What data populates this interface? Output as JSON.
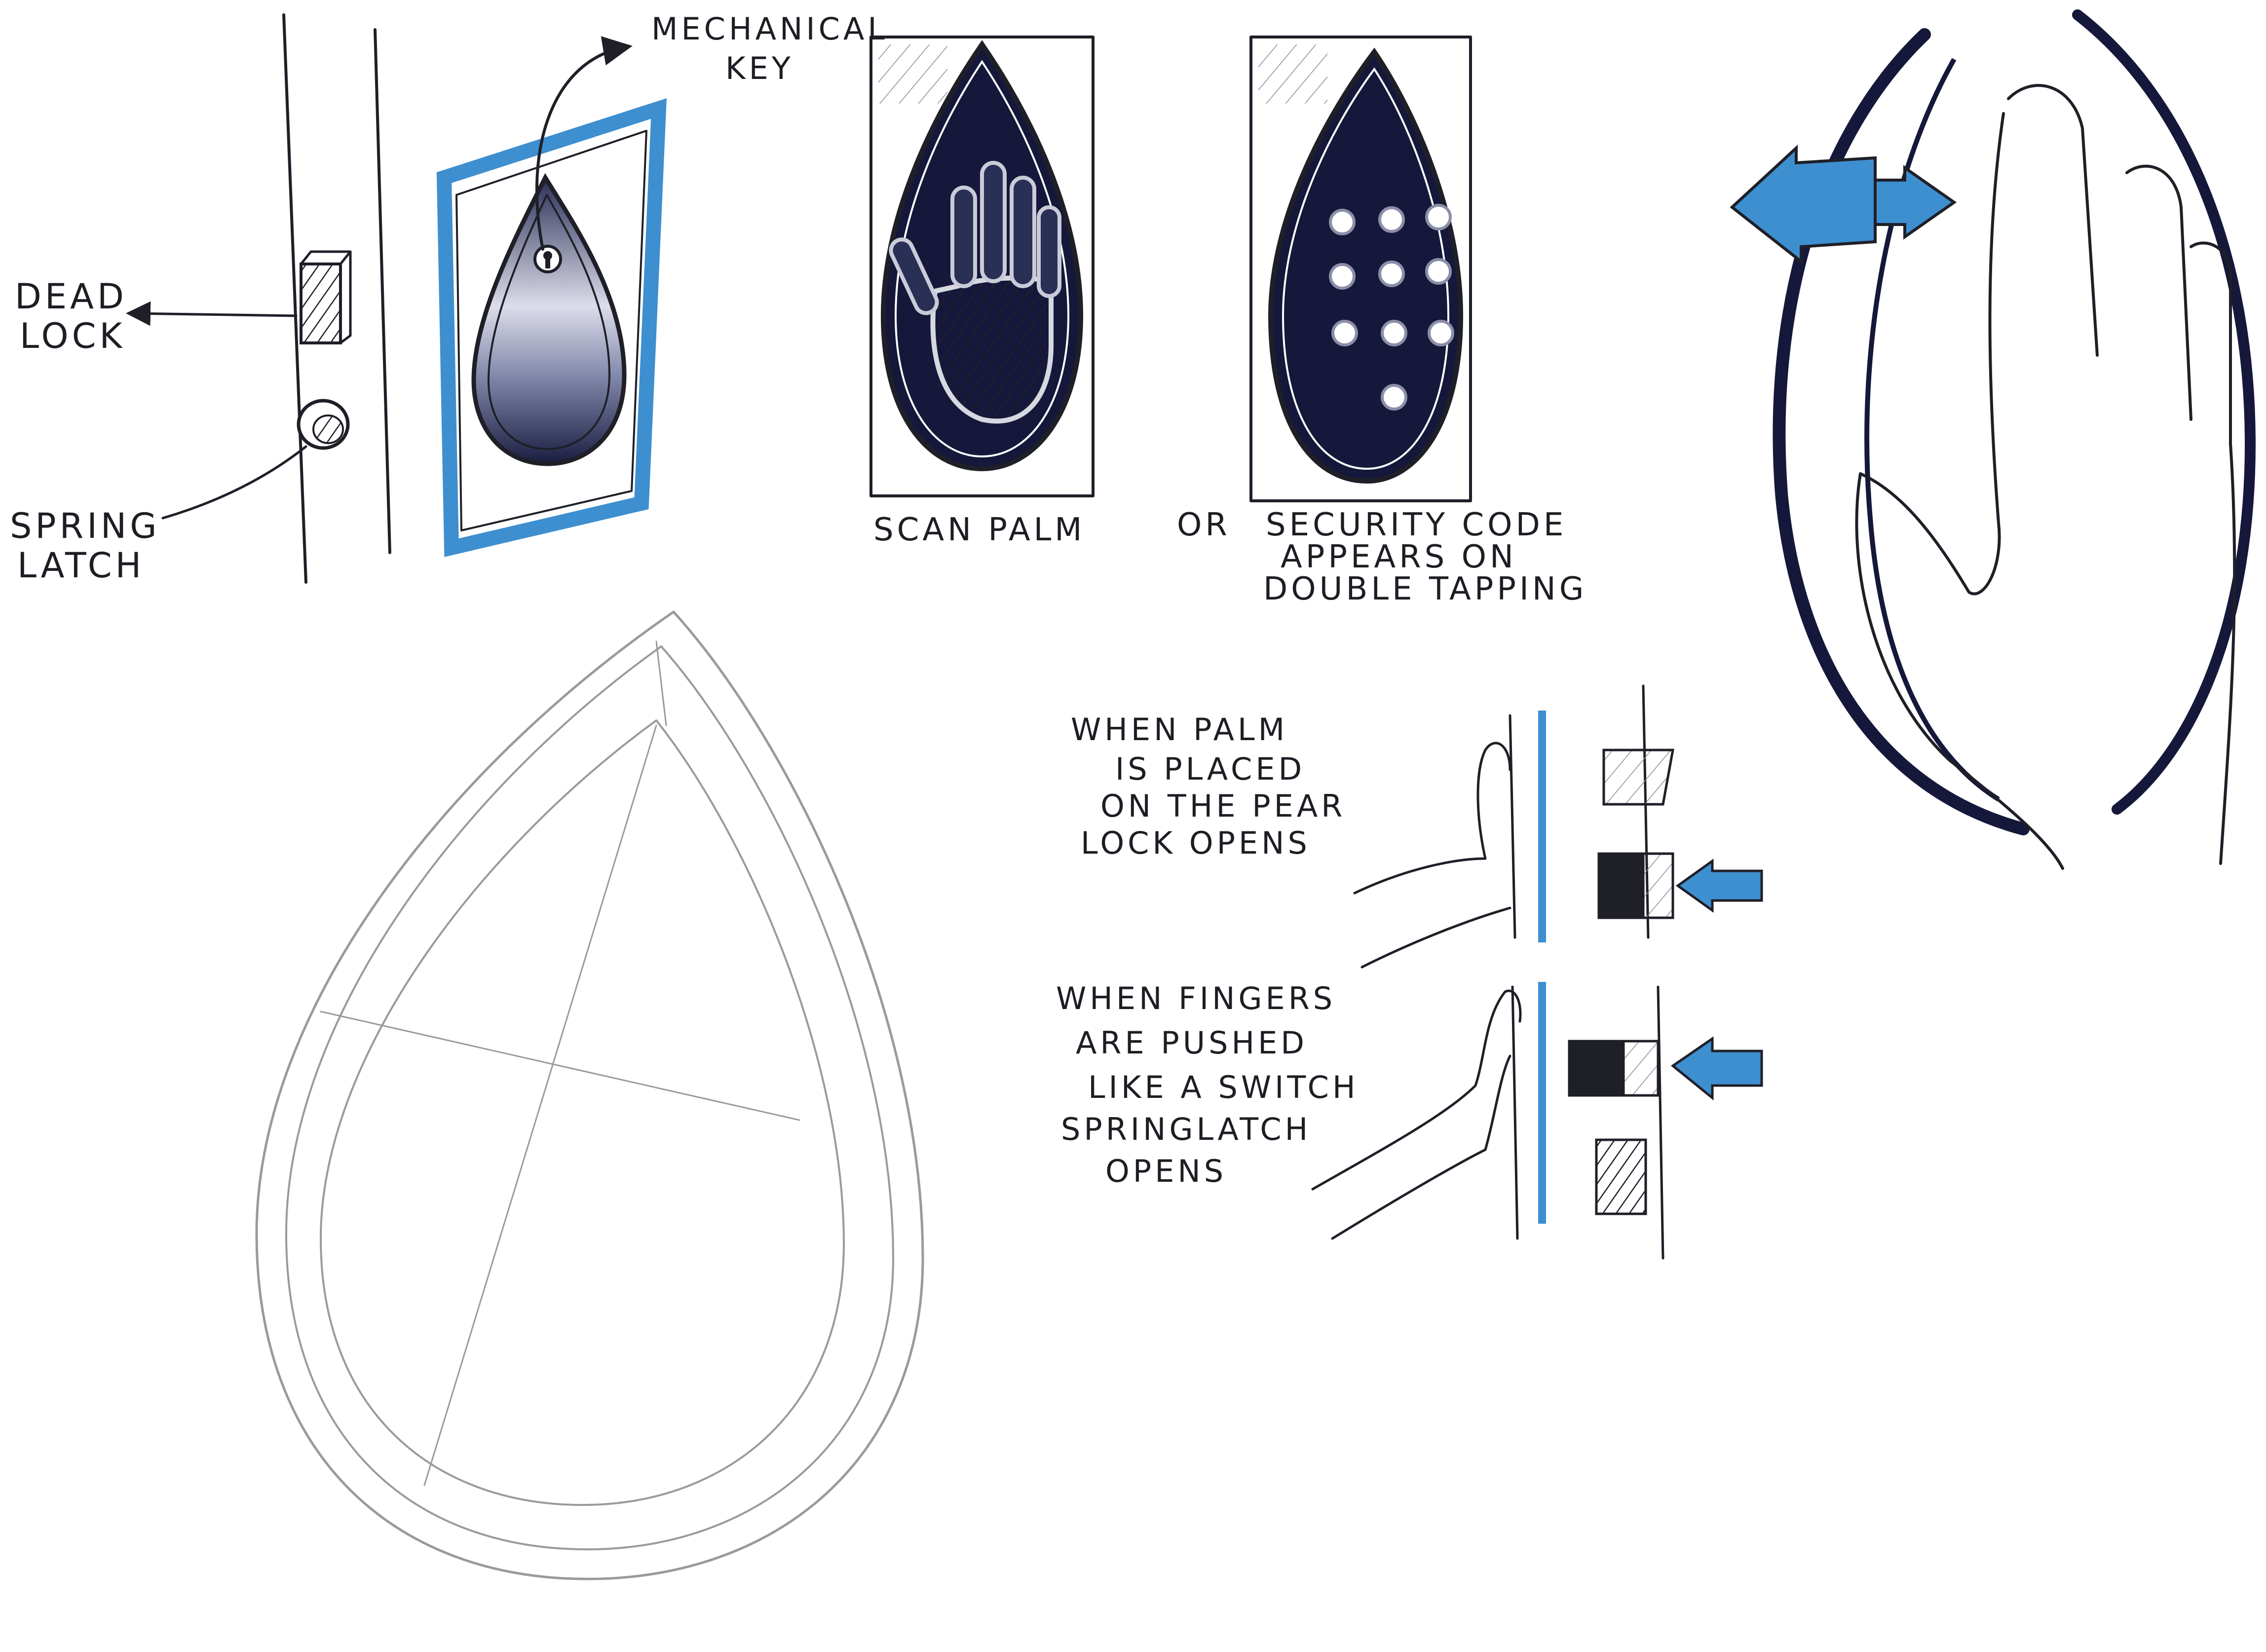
{
  "sheet": {
    "labels": {
      "mechanical_key_1": "MECHANICAL",
      "mechanical_key_2": "KEY",
      "dead_lock_1": "DEAD",
      "dead_lock_2": "LOCK",
      "spring_latch_1": "SPRING",
      "spring_latch_2": "LATCH",
      "scan_palm": "SCAN PALM",
      "or": "OR",
      "security_code_1": "SECURITY CODE",
      "security_code_2": "APPEARS ON",
      "security_code_3": "DOUBLE TAPPING",
      "palm_note_1": "WHEN PALM",
      "palm_note_2": "IS PLACED",
      "palm_note_3": "ON THE PEAR",
      "palm_note_4": "LOCK OPENS",
      "finger_note_1": "WHEN FINGERS",
      "finger_note_2": "ARE PUSHED",
      "finger_note_3": "LIKE A SWITCH",
      "finger_note_4": "SPRINGLATCH",
      "finger_note_5": "OPENS"
    },
    "icons": {
      "keyhole": "keyhole-icon",
      "palm": "palm-print-icon",
      "keypad": "keypad-icon",
      "arrow": "blue-arrow-icon"
    },
    "colors": {
      "ink": "#1f1f28",
      "navy": "#15183a",
      "accent_blue": "#3d8fd0",
      "pencil": "#9a9a9a"
    }
  }
}
